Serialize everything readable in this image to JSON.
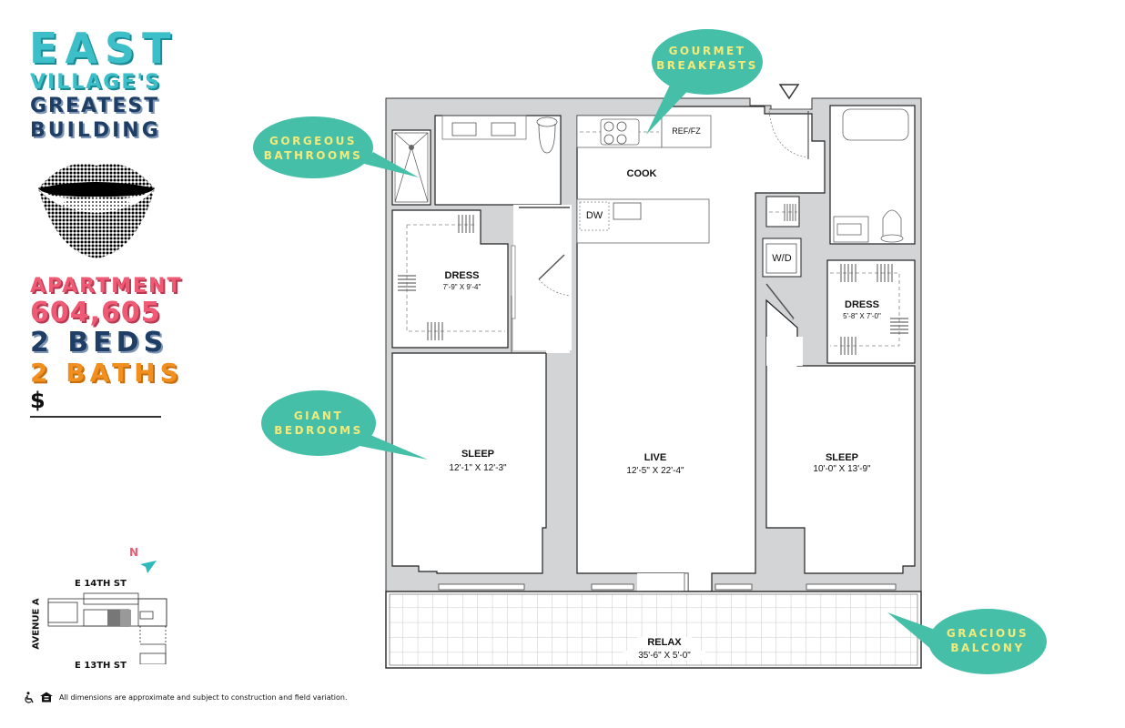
{
  "branding": {
    "line1": "EAST",
    "line2": "VILLAGE'S",
    "line3": "GREATEST",
    "line4": "BUILDING",
    "logo_icon": "halftone-lips-icon"
  },
  "listing": {
    "apartment_label": "APARTMENT",
    "units": "604,605",
    "beds": "2 BEDS",
    "baths": "2 BATHS",
    "price_symbol": "$",
    "price_value": ""
  },
  "callouts": [
    {
      "id": "bathrooms",
      "line1": "GORGEOUS",
      "line2": "BATHROOMS"
    },
    {
      "id": "breakfasts",
      "line1": "GOURMET",
      "line2": "BREAKFASTS"
    },
    {
      "id": "bedrooms",
      "line1": "GIANT",
      "line2": "BEDROOMS"
    },
    {
      "id": "balcony",
      "line1": "GRACIOUS",
      "line2": "BALCONY"
    }
  ],
  "rooms": {
    "dress1": {
      "label": "DRESS",
      "dim": "7'-9\" X 9'-4\""
    },
    "dress2": {
      "label": "DRESS",
      "dim": "5'-8\" X 7'-0\""
    },
    "cook": {
      "label": "COOK"
    },
    "sleep1": {
      "label": "SLEEP",
      "dim": "12'-1\" X 12'-3\""
    },
    "live": {
      "label": "LIVE",
      "dim": "12'-5\" X 22'-4\""
    },
    "sleep2": {
      "label": "SLEEP",
      "dim": "10'-0\" X 13'-9\""
    },
    "relax": {
      "label": "RELAX",
      "dim": "35'-6\" X 5'-0\""
    }
  },
  "fixtures": {
    "ref": "REF/FZ",
    "dw": "DW",
    "wd": "W/D"
  },
  "key_plan": {
    "north": "N",
    "street_top": "E 14TH ST",
    "street_bottom": "E 13TH ST",
    "avenue": "AVENUE A"
  },
  "footer": {
    "disclaimer": "All dimensions are approximate and subject to construction and field variation.",
    "icons": [
      "accessible-icon",
      "equal-housing-icon"
    ]
  },
  "colors": {
    "teal": "#3dbfc9",
    "navy": "#1e3e66",
    "pink": "#ef5a74",
    "orange": "#f2901f",
    "bubble": "#45bfa8",
    "bubble_text": "#f4ea7a",
    "wall": "#d3d4d5"
  }
}
